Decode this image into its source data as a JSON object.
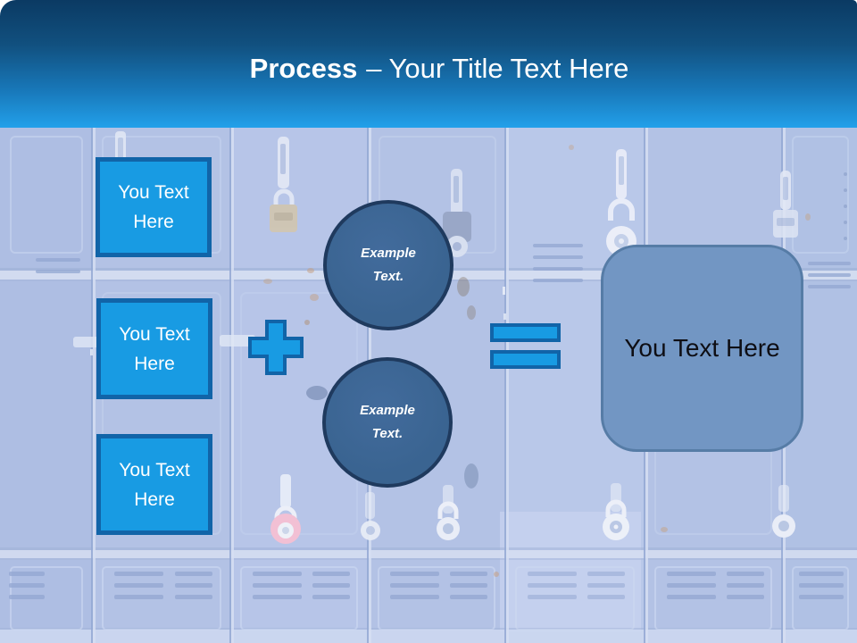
{
  "colors": {
    "header-top": "#0b3a63",
    "header-bottom": "#22a0ea",
    "title-color": "#ffffff",
    "accent-fill": "#189be3",
    "accent-border": "#1164a8",
    "circle-fill": "#3a6491",
    "circle-border": "#1f3a5e",
    "result-fill": "#7296c3",
    "result-border": "#567ca6",
    "result-text": "#0e0e14",
    "photo-wash": "#b3c2e5"
  },
  "header": {
    "title_bold": "Process",
    "title_regular": "– Your Title Text Here"
  },
  "diagram": {
    "input_boxes": [
      {
        "label": "You Text Here"
      },
      {
        "label": "You Text Here"
      },
      {
        "label": "You Text Here"
      }
    ],
    "plus_icon": "plus-shape",
    "circles": [
      {
        "label": "Example Text."
      },
      {
        "label": "Example Text."
      }
    ],
    "equals_icon": "equals-shape",
    "result_box": {
      "label": "You Text Here"
    }
  },
  "background": {
    "photo_alt": "blue school lockers with combination padlocks"
  }
}
